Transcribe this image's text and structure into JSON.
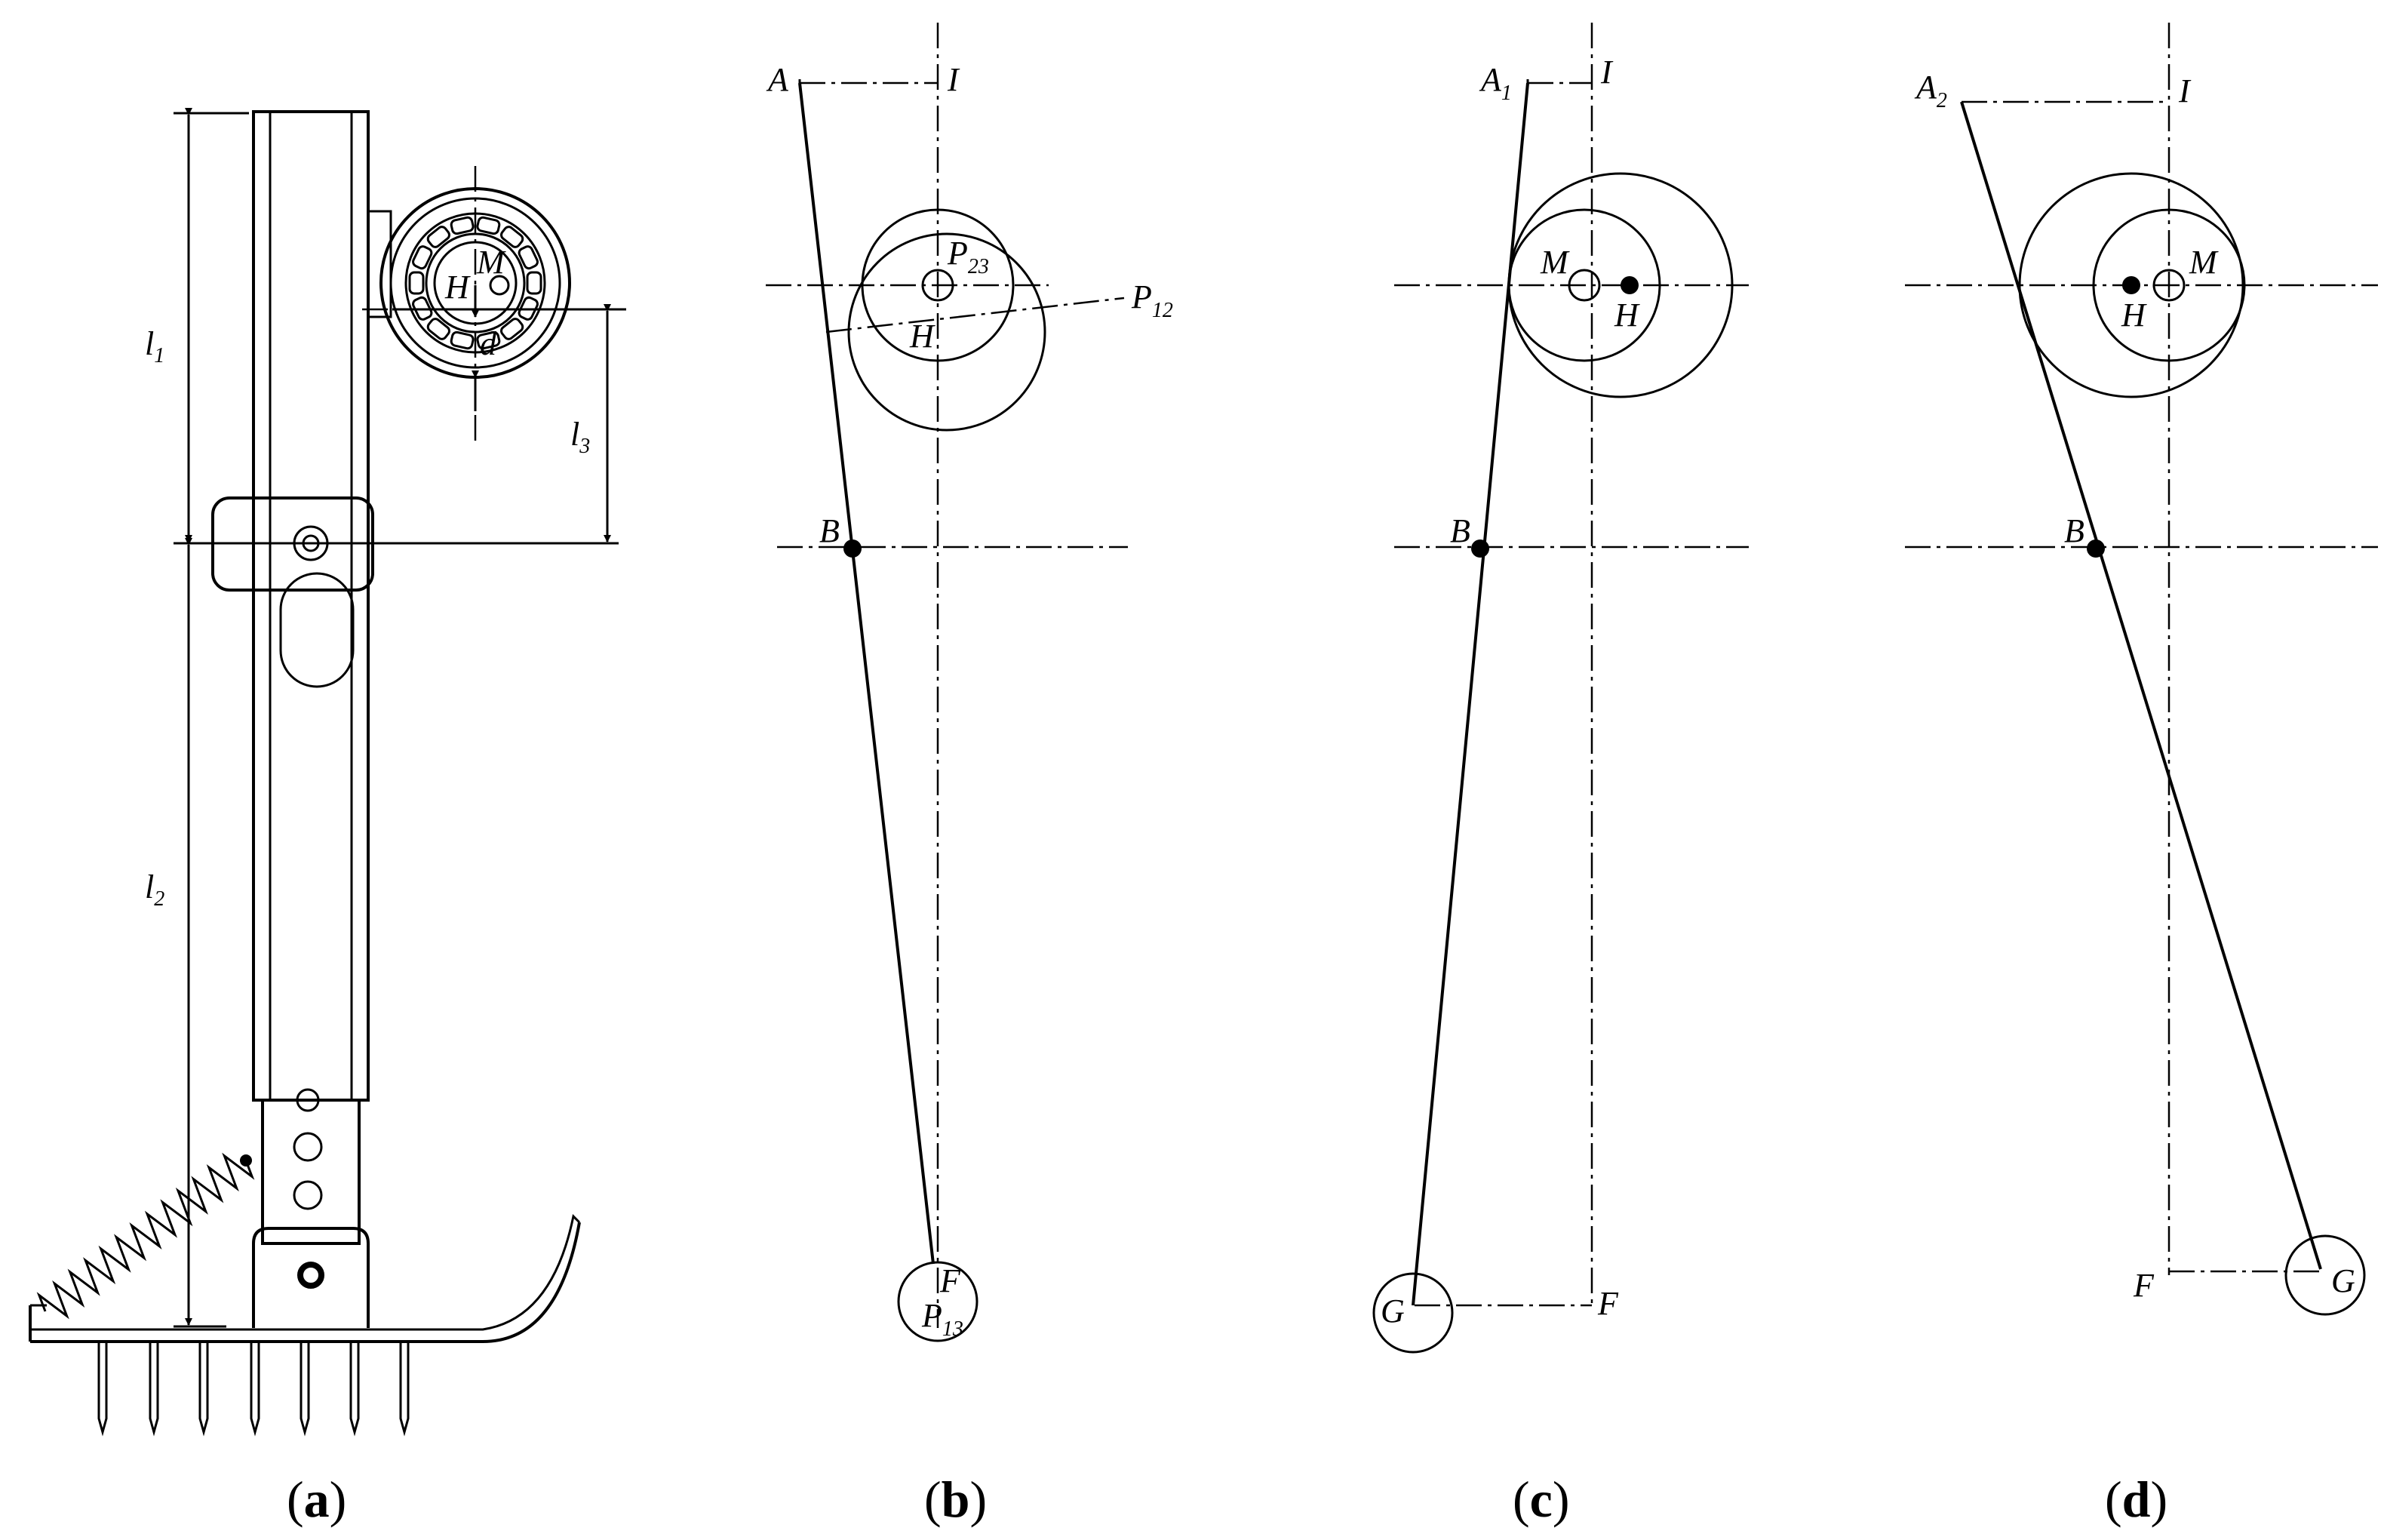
{
  "panels": {
    "a": {
      "caption": "a",
      "labels": {
        "l1": "l",
        "l1_sub": "1",
        "l2": "l",
        "l2_sub": "2",
        "l3": "l",
        "l3_sub": "3",
        "H": "H",
        "M": "M",
        "d": "d"
      }
    },
    "b": {
      "caption": "b",
      "labels": {
        "A": "A",
        "I": "I",
        "P23": "P",
        "P23_sub": "23",
        "P12": "P",
        "P12_sub": "12",
        "H": "H",
        "B": "B",
        "F": "F",
        "P13": "P",
        "P13_sub": "13"
      }
    },
    "c": {
      "caption": "c",
      "labels": {
        "A1": "A",
        "A1_sub": "1",
        "I": "I",
        "M": "M",
        "H": "H",
        "B": "B",
        "G": "G",
        "F": "F"
      }
    },
    "d": {
      "caption": "d",
      "labels": {
        "A2": "A",
        "A2_sub": "2",
        "I": "I",
        "M": "M",
        "H": "H",
        "B": "B",
        "F": "F",
        "G": "G"
      }
    }
  },
  "caption_open": "(",
  "caption_close": ")"
}
